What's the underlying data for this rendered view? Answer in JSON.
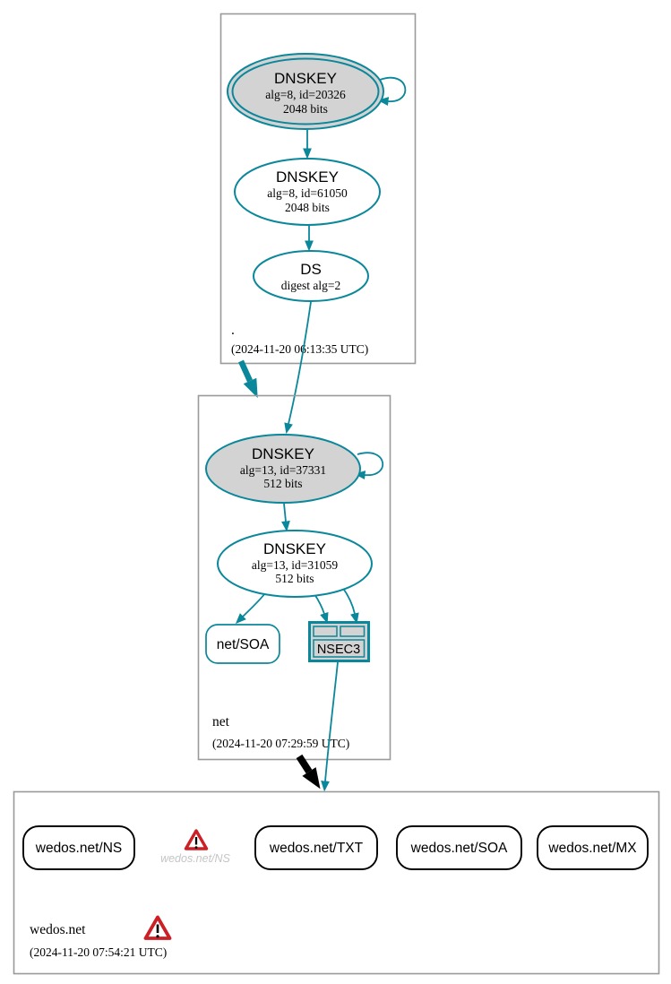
{
  "colors": {
    "edge_secure": "#0a879a",
    "node_fill": "#d3d3d3",
    "zone_border": "#9a9a9a",
    "warning_red": "#cb2026",
    "faded_text": "#c5c5c5",
    "insecure_black": "#000000"
  },
  "zones": {
    "root": {
      "label": ".",
      "timestamp": "(2024-11-20 06:13:35 UTC)",
      "ksk": {
        "name": "DNSKEY",
        "detail1": "alg=8, id=20326",
        "detail2": "2048 bits"
      },
      "zsk": {
        "name": "DNSKEY",
        "detail1": "alg=8, id=61050",
        "detail2": "2048 bits"
      },
      "ds": {
        "name": "DS",
        "detail1": "digest alg=2"
      }
    },
    "net": {
      "label": "net",
      "timestamp": "(2024-11-20 07:29:59 UTC)",
      "ksk": {
        "name": "DNSKEY",
        "detail1": "alg=13, id=37331",
        "detail2": "512 bits"
      },
      "zsk": {
        "name": "DNSKEY",
        "detail1": "alg=13, id=31059",
        "detail2": "512 bits"
      },
      "soa": {
        "label": "net/SOA"
      },
      "nsec3": {
        "label": "NSEC3"
      }
    },
    "wedos": {
      "label": "wedos.net",
      "timestamp": "(2024-11-20 07:54:21 UTC)",
      "rrsets": [
        {
          "label": "wedos.net/NS"
        },
        {
          "label": "wedos.net/NS",
          "status": "warning"
        },
        {
          "label": "wedos.net/TXT"
        },
        {
          "label": "wedos.net/SOA"
        },
        {
          "label": "wedos.net/MX"
        }
      ]
    }
  }
}
